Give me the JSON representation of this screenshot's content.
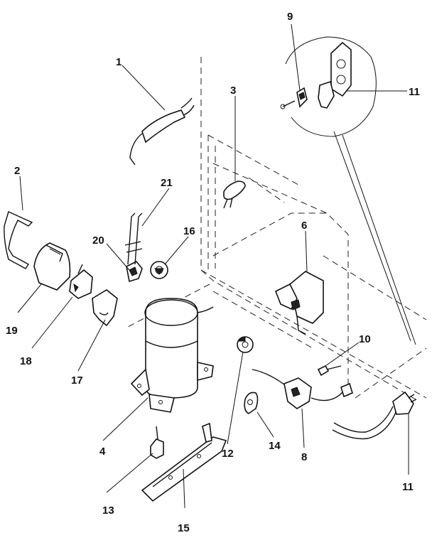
{
  "diagram": {
    "callouts": [
      {
        "id": "c1",
        "text": "1"
      },
      {
        "id": "c2",
        "text": "2"
      },
      {
        "id": "c3",
        "text": "3"
      },
      {
        "id": "c4",
        "text": "4"
      },
      {
        "id": "c6",
        "text": "6"
      },
      {
        "id": "c8",
        "text": "8"
      },
      {
        "id": "c9",
        "text": "9"
      },
      {
        "id": "c10",
        "text": "10"
      },
      {
        "id": "c11a",
        "text": "11"
      },
      {
        "id": "c11b",
        "text": "11"
      },
      {
        "id": "c12",
        "text": "12"
      },
      {
        "id": "c13",
        "text": "13"
      },
      {
        "id": "c14",
        "text": "14"
      },
      {
        "id": "c15",
        "text": "15"
      },
      {
        "id": "c16",
        "text": "16"
      },
      {
        "id": "c17",
        "text": "17"
      },
      {
        "id": "c18",
        "text": "18"
      },
      {
        "id": "c19",
        "text": "19"
      },
      {
        "id": "c20",
        "text": "20"
      },
      {
        "id": "c21",
        "text": "21"
      }
    ]
  }
}
